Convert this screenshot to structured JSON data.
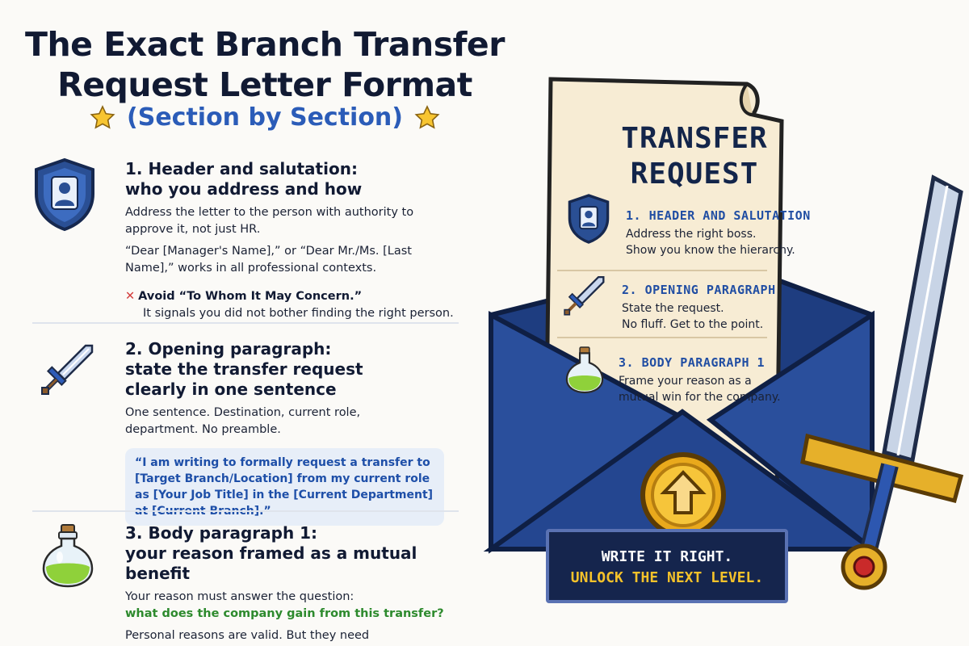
{
  "header": {
    "title": "The Exact Branch Transfer Request Letter Format",
    "subtitle": "(Section by Section)"
  },
  "sections": [
    {
      "title_line1": "1. Header and salutation:",
      "title_line2": "who you address and how",
      "p1": "Address the letter to the person with authority to approve it, not just HR.",
      "p2": "“Dear [Manager's Name],” or “Dear Mr./Ms. [Last Name],” works in all professional contexts.",
      "avoid_title": "Avoid “To Whom It May Concern.”",
      "avoid_desc": "It signals you did not bother finding the right person."
    },
    {
      "title_line1": "2. Opening paragraph:",
      "title_line2": "state the transfer request",
      "title_line3": "clearly in one sentence",
      "p1": "One sentence. Destination, current role, department. No preamble.",
      "quote": "“I am writing to formally request a transfer to [Target Branch/Location] from my current role as [Your Job Title] in the [Current Department] at [Current Branch].”"
    },
    {
      "title_line1": "3. Body paragraph 1:",
      "title_line2": "your reason framed as a mutual benefit",
      "p1": "Your reason must answer the question:",
      "highlight": "what does the company gain from this transfer?",
      "p2": "Personal reasons are valid. But they need a business wrapper."
    }
  ],
  "scroll": {
    "title_line1": "TRANSFER",
    "title_line2": "REQUEST",
    "items": [
      {
        "head": "1. HEADER AND SALUTATION",
        "desc1": "Address the right boss.",
        "desc2": "Show you know the hierarchy."
      },
      {
        "head": "2. OPENING PARAGRAPH",
        "desc1": "State the request.",
        "desc2": "No fluff. Get to the point."
      },
      {
        "head": "3. BODY PARAGRAPH 1",
        "desc1": "Frame your reason as a",
        "desc2": "mutual win for the company."
      }
    ]
  },
  "banner": {
    "line1": "WRITE IT RIGHT.",
    "line2": "UNLOCK THE NEXT LEVEL."
  },
  "colors": {
    "accent_blue": "#2b5cb8",
    "navy": "#15254d",
    "gold": "#f5c22a",
    "green": "#2d8a2d",
    "red": "#d23a3a"
  },
  "icons": [
    "star-icon",
    "shield-user-icon",
    "sword-icon",
    "potion-icon",
    "arrow-up-coin-icon",
    "envelope-icon",
    "scroll-icon"
  ]
}
